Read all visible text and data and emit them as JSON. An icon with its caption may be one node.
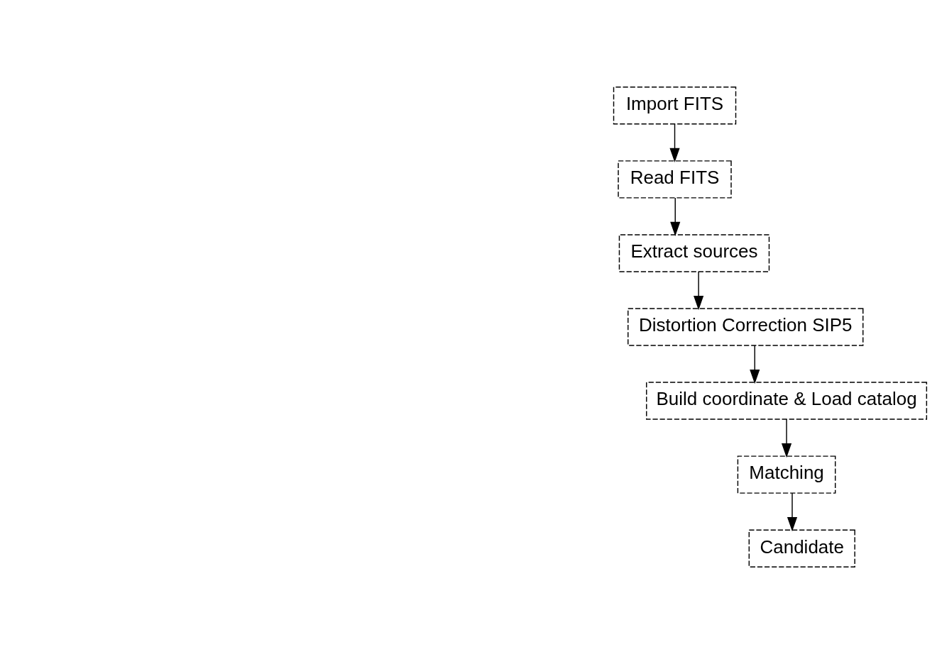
{
  "diagram": {
    "nodes": [
      {
        "text": [
          "Import FITS"
        ]
      },
      {
        "text": [
          "Read FITS"
        ]
      },
      {
        "text": [
          "Extract sources"
        ]
      },
      {
        "text": [
          "Distortion Correction SIP5"
        ]
      },
      {
        "text": [
          "Build coordinate & Load catalog"
        ]
      },
      {
        "text": [
          "Matching"
        ]
      },
      {
        "text": [
          "Candidate"
        ]
      }
    ],
    "edges": [
      {
        "from": 0,
        "to": 1,
        "arrow": "to"
      },
      {
        "from": 1,
        "to": 2,
        "arrow": "to"
      },
      {
        "from": 2,
        "to": 3,
        "arrow": "to"
      },
      {
        "from": 3,
        "to": 4,
        "arrow": "to"
      },
      {
        "from": 4,
        "to": 5,
        "arrow": "to"
      },
      {
        "from": 5,
        "to": 6,
        "arrow": "to"
      }
    ]
  }
}
